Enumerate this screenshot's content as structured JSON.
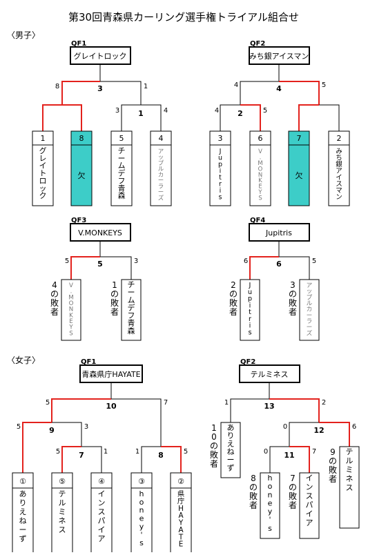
{
  "title": "第30回青森県カーリング選手権トライアル組合せ",
  "colors": {
    "winner_line": "#e3211c",
    "absent_fill": "#3dcdc8",
    "line": "#000000"
  },
  "sections": [
    {
      "label": "〈男子〉"
    },
    {
      "label": "〈女子〉"
    }
  ],
  "men": {
    "qf1": {
      "tag": "QF1",
      "winner": "グレイトロック",
      "top_score": "3",
      "top_left": "8",
      "top_right": "1",
      "sub_score": "1",
      "sub_left": "3",
      "sub_right": "4",
      "teams": [
        {
          "seed": "1",
          "name": "グレイトロック",
          "absent": false
        },
        {
          "seed": "8",
          "name": "欠",
          "absent": true
        },
        {
          "seed": "5",
          "name": "チームデフ青森",
          "absent": false
        },
        {
          "seed": "4",
          "name": "アップルカーラーズ",
          "absent": false,
          "faded": true
        }
      ]
    },
    "qf2": {
      "tag": "QF2",
      "winner": "みち銀アイスマン",
      "top_score": "4",
      "top_left": "4",
      "top_right": "5",
      "sub_score": "2",
      "sub_left": "4",
      "sub_right": "5",
      "teams": [
        {
          "seed": "3",
          "name": "Jupitris",
          "absent": false
        },
        {
          "seed": "6",
          "name": "V.MONKEYS",
          "absent": false,
          "faded": true
        },
        {
          "seed": "7",
          "name": "欠",
          "absent": true
        },
        {
          "seed": "2",
          "name": "みち銀アイスマン",
          "absent": false
        }
      ]
    },
    "qf3": {
      "tag": "QF3",
      "winner": "V.MONKEYS",
      "score": "5",
      "left": "5",
      "right": "3",
      "from_a": "4の敗者",
      "team_a": "V.MONKEYS",
      "from_b": "1の敗者",
      "team_b": "チームデフ青森"
    },
    "qf4": {
      "tag": "QF4",
      "winner": "Jupitris",
      "score": "6",
      "left": "6",
      "right": "5",
      "from_a": "2の敗者",
      "team_a": "Jupitris",
      "from_b": "3の敗者",
      "team_b": "アップルカーラーズ"
    }
  },
  "women": {
    "qf1": {
      "tag": "QF1",
      "winner": "青森県庁HAYATE",
      "g10": "10",
      "g10_left": "5",
      "g10_right": "7",
      "g9": "9",
      "g9_left": "5",
      "g9_right": "3",
      "g7": "7",
      "g7_left": "5",
      "g7_right": "1",
      "g8": "8",
      "g8_left": "1",
      "g8_right": "5",
      "teams": [
        {
          "seed": "①",
          "name": "ありえねーず"
        },
        {
          "seed": "⑤",
          "name": "テルミネス"
        },
        {
          "seed": "④",
          "name": "インスパイア"
        },
        {
          "seed": "③",
          "name": "honey's"
        },
        {
          "seed": "②",
          "name": "県庁HAYATE"
        }
      ]
    },
    "qf2": {
      "tag": "QF2",
      "winner": "テルミネス",
      "g13": "13",
      "g13_left": "1",
      "g13_right": "2",
      "g12": "12",
      "g12_left": "0",
      "g12_right": "6",
      "g11": "11",
      "g11_left": "0",
      "g11_right": "7",
      "from_10": "10の敗者",
      "team_10": "ありえねーず",
      "from_8": "8の敗者",
      "team_8": "honey's",
      "from_7": "7の敗者",
      "team_7": "インスパイア",
      "from_9": "9の敗者",
      "team_9": "テルミネス"
    }
  }
}
